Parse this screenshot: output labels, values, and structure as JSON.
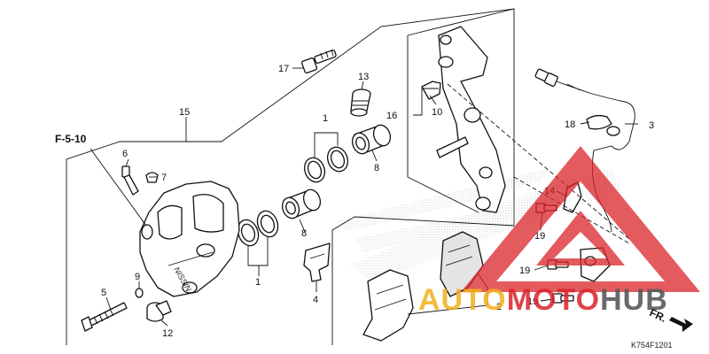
{
  "diagram": {
    "ref_label": "F-5-10",
    "figure_code": "K754F1201",
    "direction_label": "FR.",
    "callouts": {
      "c1a": "1",
      "c1b": "1",
      "c2": "2",
      "c3": "3",
      "c4": "4",
      "c5": "5",
      "c6": "6",
      "c7": "7",
      "c8a": "8",
      "c8b": "8",
      "c9": "9",
      "c10": "10",
      "c12": "12",
      "c13": "13",
      "c14": "14",
      "c15": "15",
      "c16": "16",
      "c17": "17",
      "c18": "18",
      "c19a": "19",
      "c19b": "19",
      "c19c": "19"
    }
  },
  "watermark": {
    "part1": "AUTO",
    "part2": "MOTO",
    "part3": "HUB",
    "color_red": "#d9232a",
    "color_yellow": "#f2b01e",
    "color_grey": "#5a5a5a"
  },
  "caliper_mark": "NISSIN"
}
